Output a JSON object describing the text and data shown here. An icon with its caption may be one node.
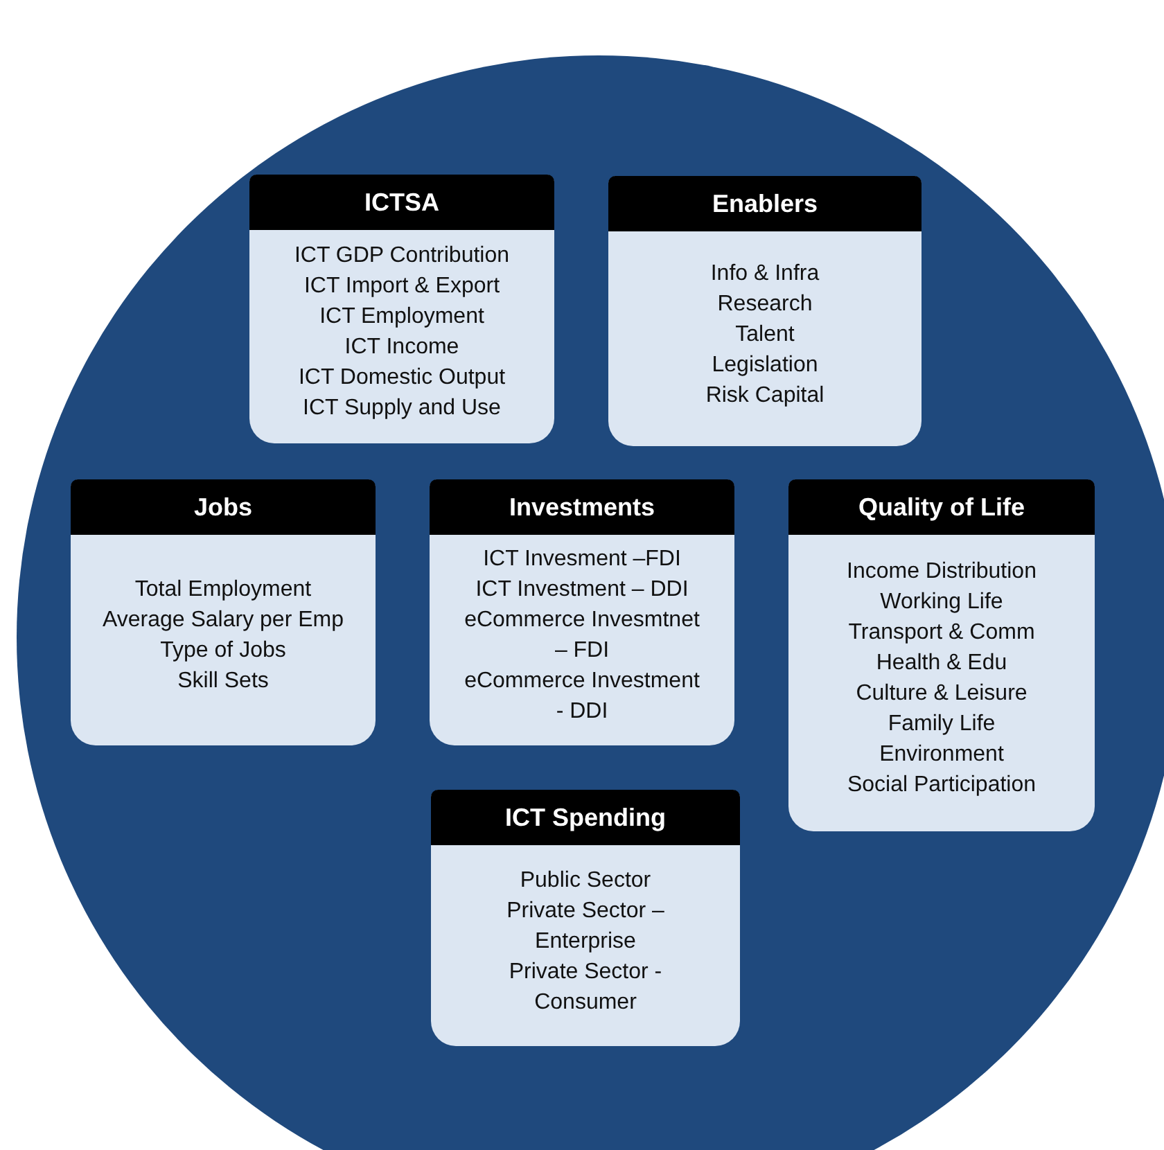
{
  "diagram": {
    "nodes": [
      {
        "text": [],
        "shape": "circle"
      },
      {
        "text": [
          "ICTSA",
          "ICT GDP Contribution",
          "ICT Import & Export",
          "ICT Employment",
          "ICT Income",
          "ICT Domestic Output",
          "ICT Supply and Use"
        ],
        "in": 0
      },
      {
        "text": [
          "Enablers",
          "Info & Infra",
          "Research",
          "Talent",
          "Legislation",
          "Risk Capital"
        ],
        "in": 0
      },
      {
        "text": [
          "Jobs",
          "Total Employment",
          "Average Salary per Emp",
          "Type of Jobs",
          "Skill Sets"
        ],
        "in": 0
      },
      {
        "text": [
          "Investments",
          "ICT Invesment –FDI",
          "ICT Investment – DDI",
          "eCommerce Invesmtnet – FDI",
          "eCommerce Investment - DDI"
        ],
        "in": 0
      },
      {
        "text": [
          "Quality of Life",
          "Income Distribution",
          "Working Life",
          "Transport & Comm",
          "Health & Edu",
          "Culture & Leisure",
          "Family Life",
          "Environment",
          "Social Participation"
        ],
        "in": 0
      },
      {
        "text": [
          "ICT Spending",
          "Public Sector",
          "Private Sector – Enterprise",
          "Private Sector - Consumer"
        ],
        "in": 0
      }
    ],
    "edges": []
  }
}
